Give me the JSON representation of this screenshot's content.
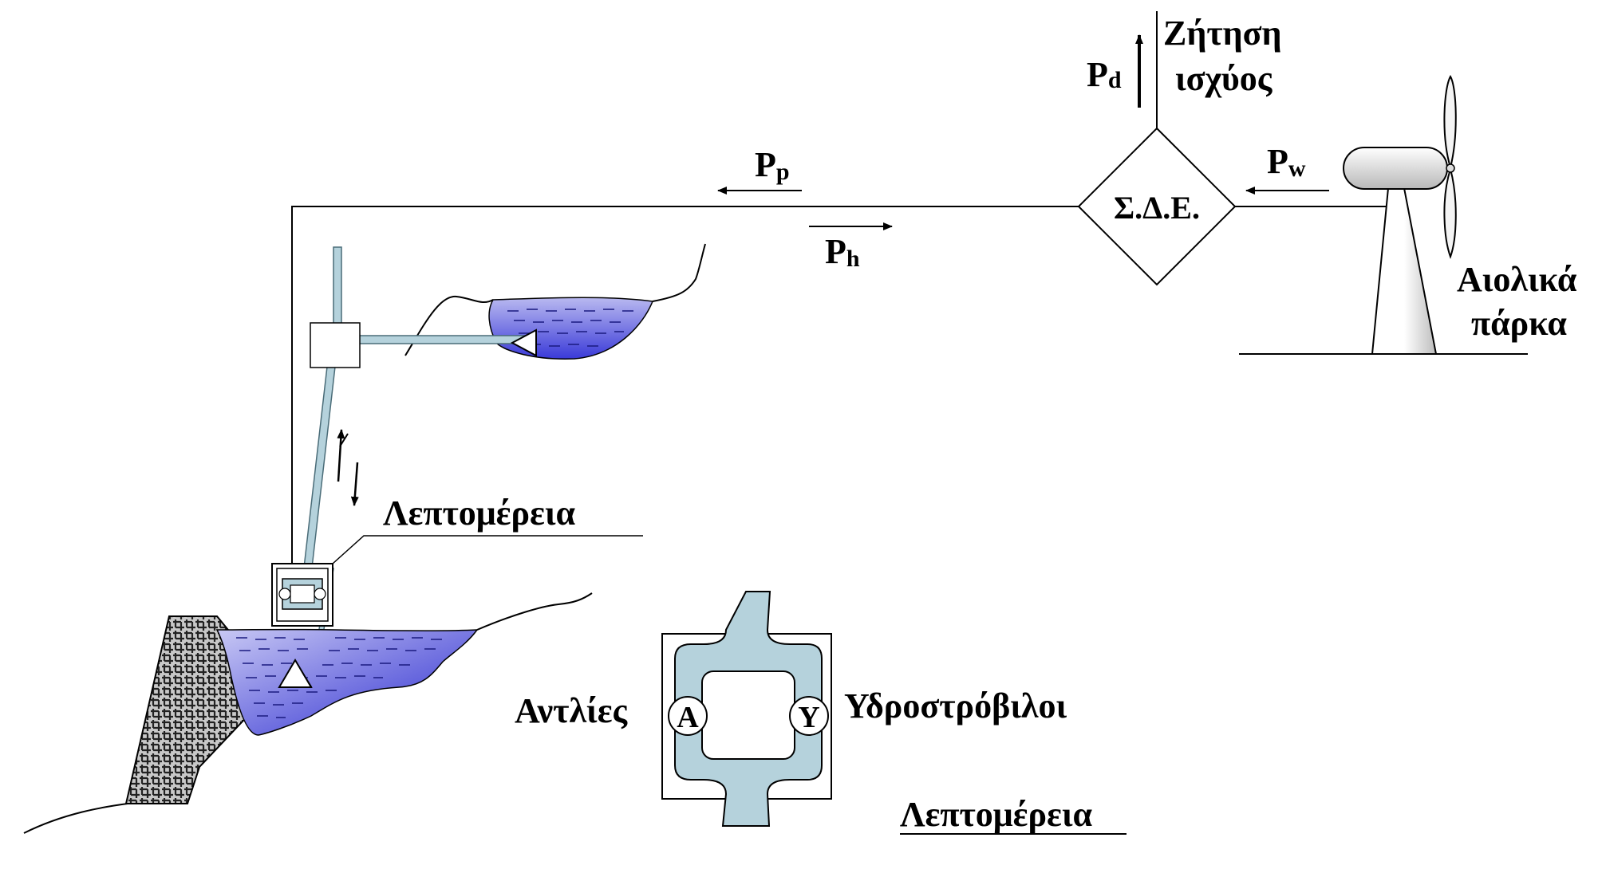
{
  "labels": {
    "power_demand_line1": "Ζήτηση",
    "power_demand_line2": "ισχύος",
    "grid": "Σ.Δ.Ε.",
    "wind_farm_line1": "Αιολικά",
    "wind_farm_line2": "πάρκα",
    "detail_top": "Λεπτομέρεια",
    "detail_bottom": "Λεπτομέρεια",
    "pumps": "Αντλίες",
    "turbines": "Υδροστρόβιλοι",
    "pump_symbol": "A",
    "turbine_symbol": "Y"
  },
  "flows": {
    "demand": {
      "symbol": "P",
      "subscript": "d"
    },
    "pump": {
      "symbol": "P",
      "subscript": "p"
    },
    "hydro": {
      "symbol": "P",
      "subscript": "h"
    },
    "wind": {
      "symbol": "P",
      "subscript": "w"
    }
  },
  "colors": {
    "water": "#6b6be0",
    "water_light": "#b9b9f0",
    "pipe": "#b5d2dc",
    "pipe_dark": "#7fa8b6",
    "dam": "#8a8a8a"
  }
}
